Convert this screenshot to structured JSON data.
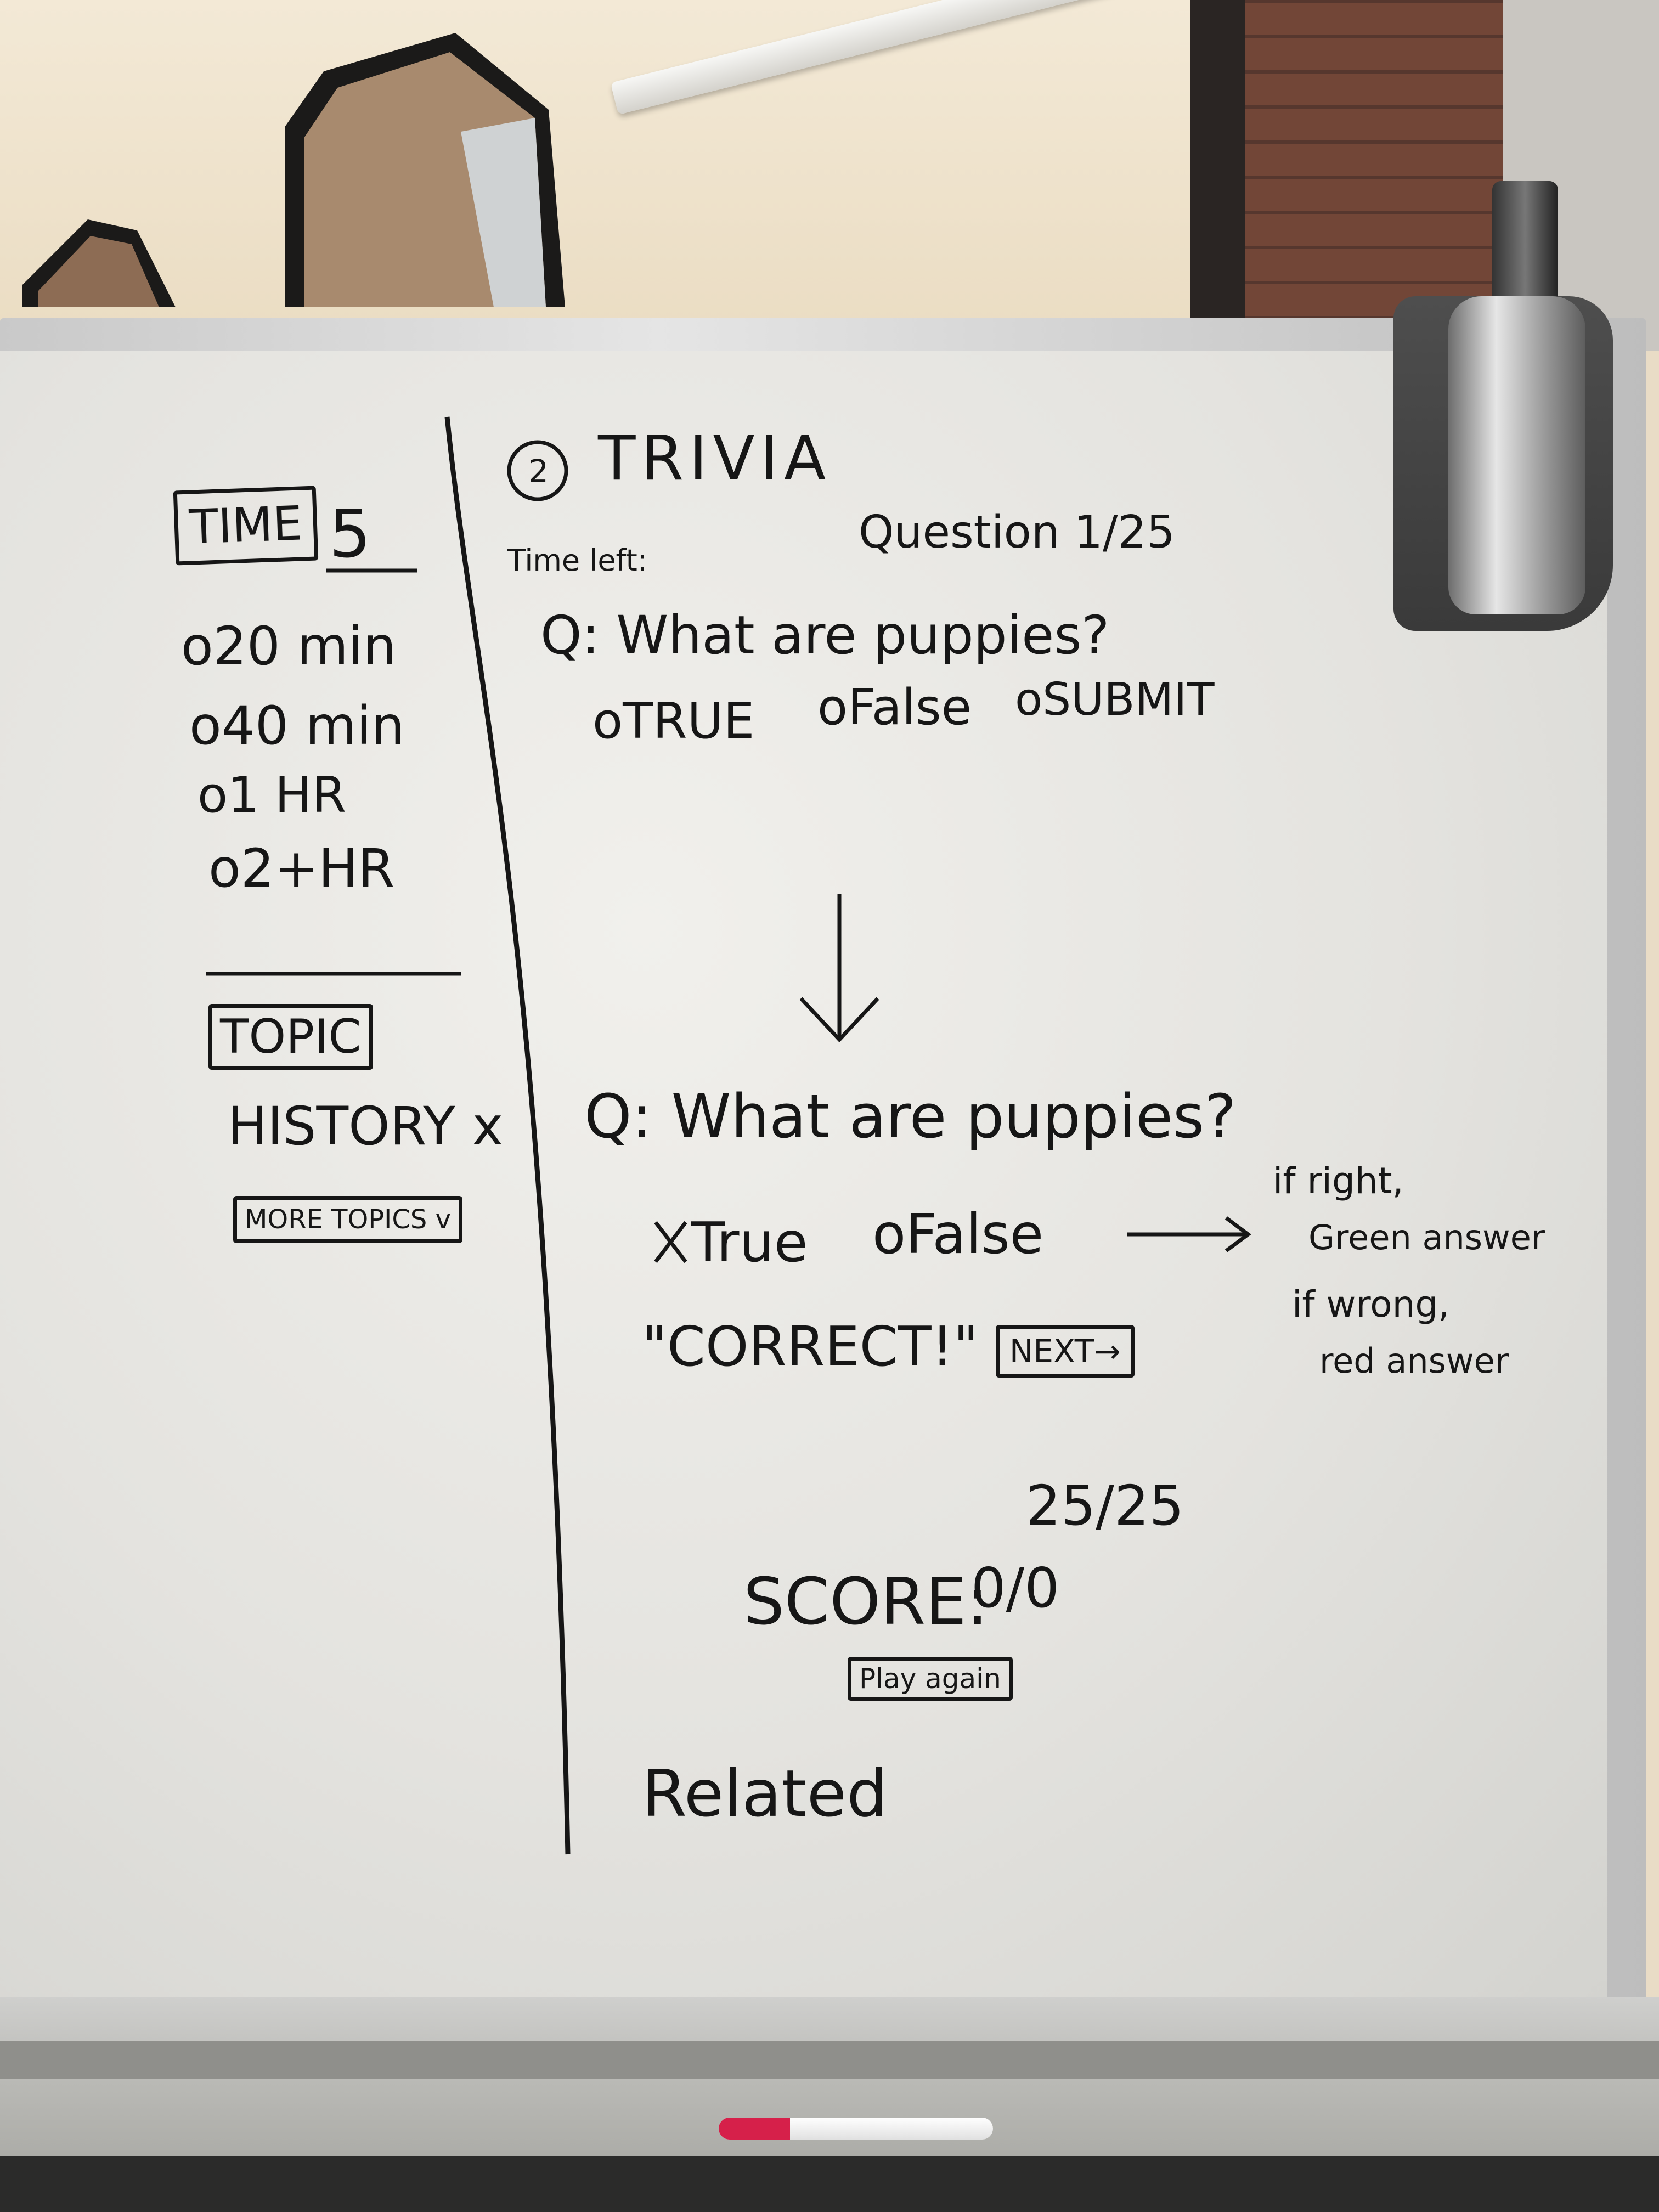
{
  "sidebar": {
    "time_label": "TIME",
    "time_value": "5",
    "time_options": [
      "o20 min",
      "o40 min",
      "o1 HR",
      "o2+HR"
    ],
    "topic_label": "TOPIC",
    "topic_selected": "HISTORY x",
    "more_topics": "MORE TOPICS v"
  },
  "header": {
    "step": "2",
    "title": "TRIVIA",
    "time_left": "Time left:",
    "question_counter": "Question 1/25"
  },
  "question_screen": {
    "question": "Q: What are puppies?",
    "options": [
      "oTRUE",
      "oFalse"
    ],
    "submit": "oSUBMIT"
  },
  "feedback_screen": {
    "question": "Q: What are puppies?",
    "option_true": "True",
    "option_false": "oFalse",
    "feedback": "\"CORRECT!\"",
    "next": "NEXT→",
    "note_right": "if right,",
    "note_right_detail": "Green answer",
    "note_wrong": "if wrong,",
    "note_wrong_detail": "red answer"
  },
  "score_screen": {
    "total": "25/25",
    "score_label": "SCORE:",
    "score_value": "0/0",
    "play_again": "Play again"
  },
  "related": "Related",
  "colors": {
    "ink": "#161616",
    "board": "#e8e7e3",
    "marker_cap": "#d6204a"
  }
}
